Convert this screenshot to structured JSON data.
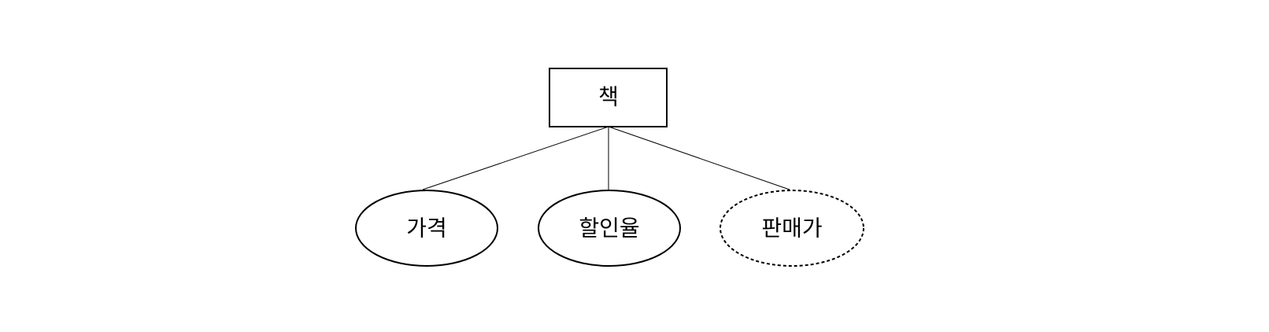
{
  "entity": {
    "label": "책"
  },
  "attributes": [
    {
      "label": "가격",
      "derived": false
    },
    {
      "label": "할인율",
      "derived": false
    },
    {
      "label": "판매가",
      "derived": true
    }
  ],
  "colors": {
    "stroke": "#000000",
    "fill": "#ffffff"
  }
}
